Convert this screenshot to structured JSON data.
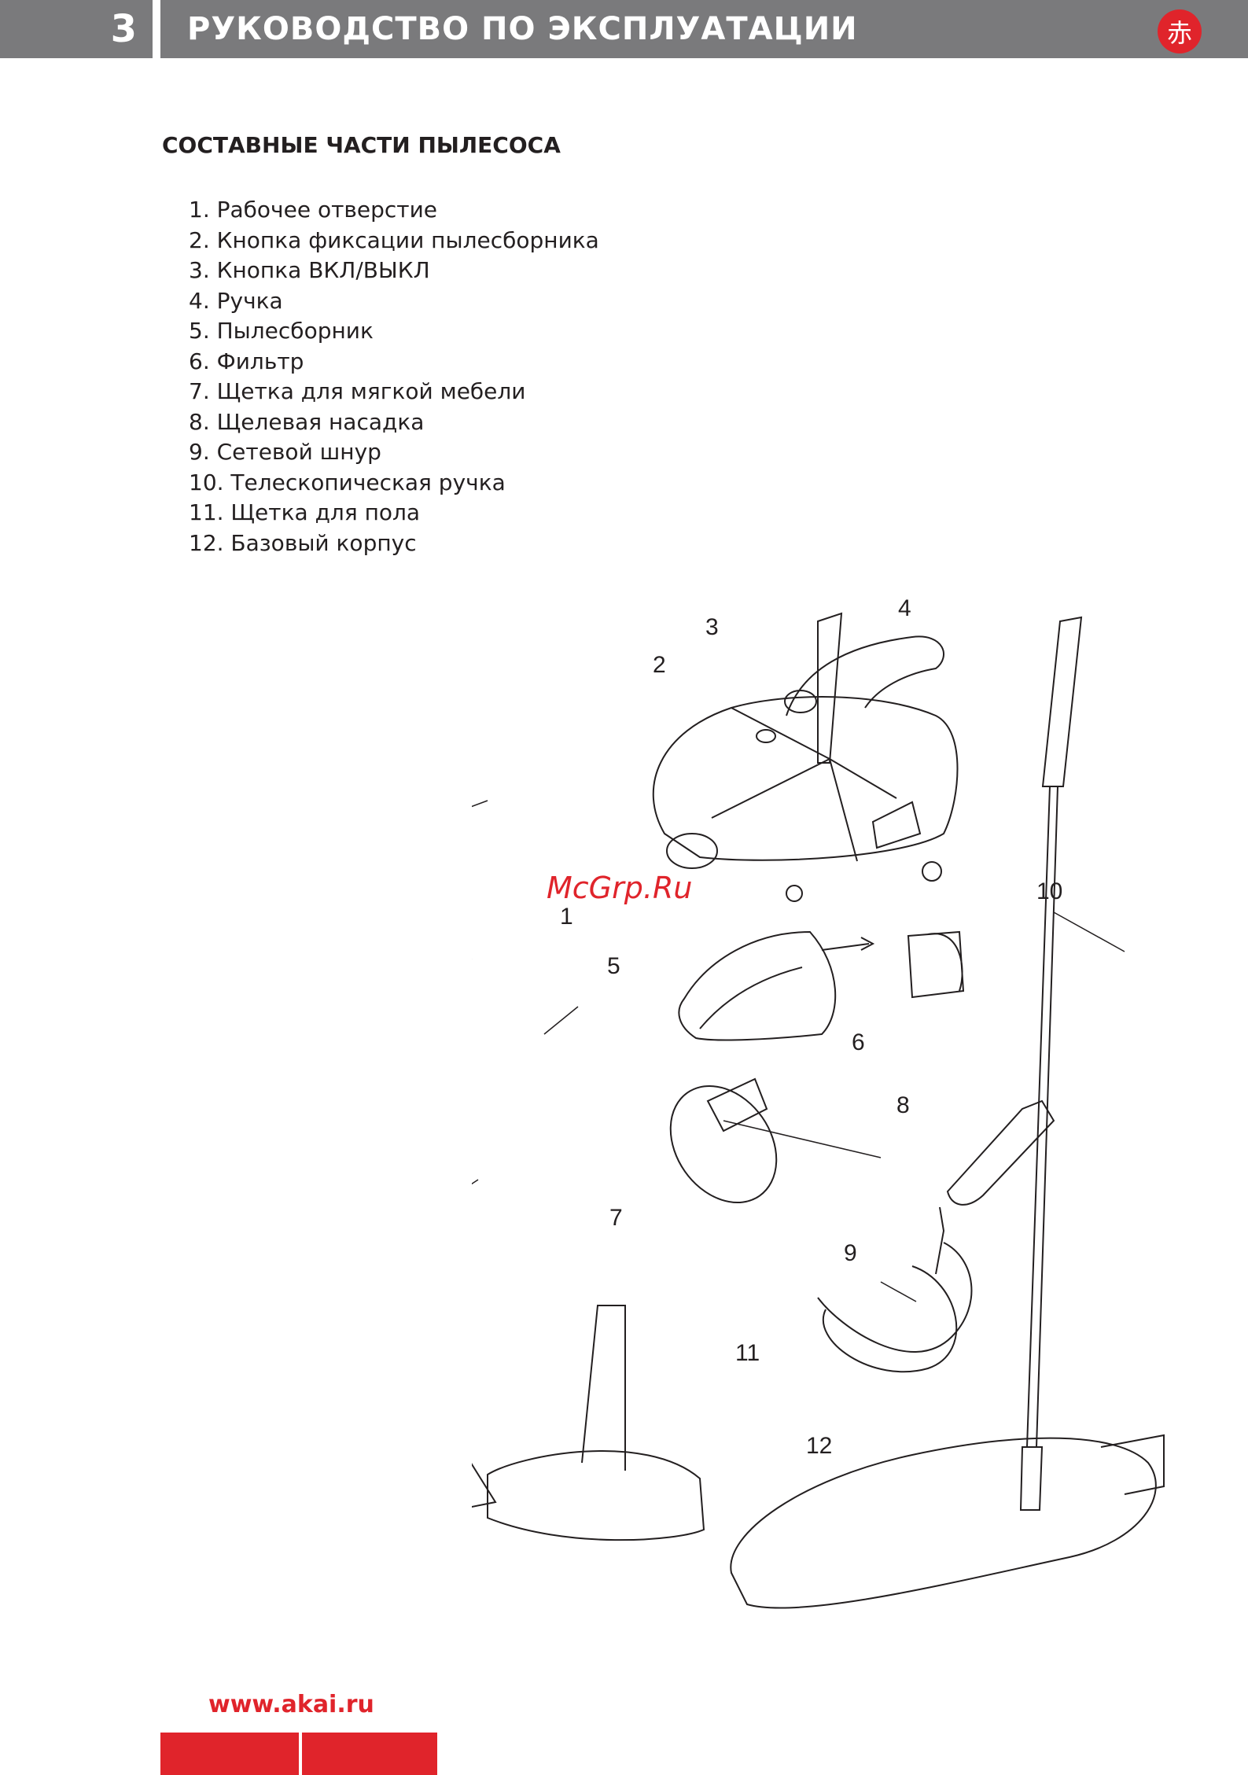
{
  "header": {
    "page_number": "3",
    "title": "РУКОВОДСТВО ПО ЭКСПЛУАТАЦИИ",
    "logo_glyph": "赤"
  },
  "section": {
    "heading": "СОСТАВНЫЕ ЧАСТИ ПЫЛЕСОСА",
    "parts": [
      "1. Рабочее отверстие",
      "2. Кнопка фиксации пылесборника",
      "3. Кнопка ВКЛ/ВЫКЛ",
      "4. Ручка",
      "5. Пылесборник",
      "6. Фильтр",
      "7. Щетка для мягкой мебели",
      "8. Щелевая насадка",
      "9. Сетевой шнур",
      "10. Телескопическая ручка",
      "11. Щетка для пола",
      "12. Базовый корпус"
    ]
  },
  "diagram": {
    "callouts": [
      "1",
      "2",
      "3",
      "4",
      "5",
      "6",
      "7",
      "8",
      "9",
      "10",
      "11",
      "12"
    ],
    "watermark": "McGrp.Ru"
  },
  "footer": {
    "url": "www.akai.ru"
  },
  "colors": {
    "header_gray": "#7a7a7c",
    "brand_red": "#e0242b",
    "text": "#231f20"
  }
}
